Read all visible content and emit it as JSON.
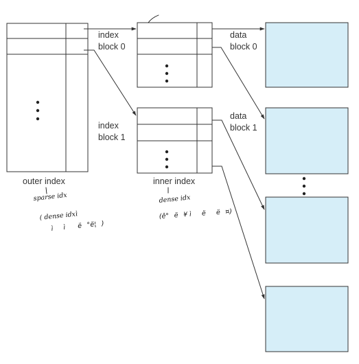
{
  "labels": {
    "index_block_0": [
      "index",
      "block 0"
    ],
    "index_block_1": [
      "index",
      "block 1"
    ],
    "data_block_0": [
      "data",
      "block 0"
    ],
    "data_block_1": [
      "data",
      "block 1"
    ],
    "outer_index": "outer index",
    "inner_index": "inner index"
  },
  "handwritten_notes": {
    "outer_index": [
      "sparse idx",
      "( dense idxì",
      "ìì ë°ë¦)"
    ],
    "inner_index": [
      "dense idx",
      "(ê°ë¥ ìëë¤)"
    ]
  },
  "colors": {
    "data_block_fill": "#d6eef8",
    "line": "#333333"
  }
}
